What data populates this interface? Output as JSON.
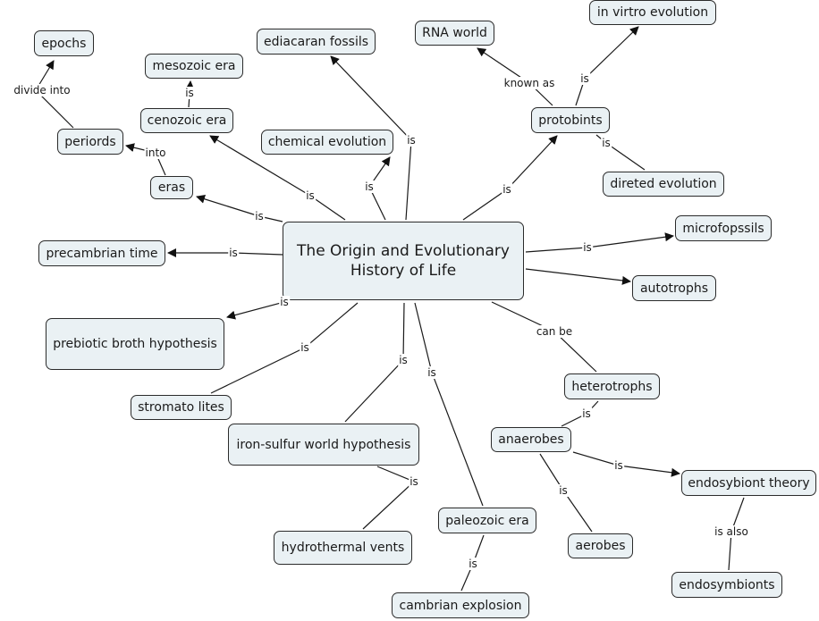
{
  "title": "The Origin and Evolutionary History of Life",
  "colors": {
    "node_fill": "#eaf1f4",
    "node_border": "#2b2b2b",
    "line": "#1a1a1a",
    "background": "#ffffff"
  },
  "nodes": [
    {
      "id": "center",
      "label": "The Origin and Evolutionary History of Life"
    },
    {
      "id": "epochs",
      "label": "epochs"
    },
    {
      "id": "mesozoic",
      "label": "mesozoic era"
    },
    {
      "id": "ediacaran",
      "label": "ediacaran fossils"
    },
    {
      "id": "rna",
      "label": "RNA world"
    },
    {
      "id": "invitro",
      "label": "in virtro evolution"
    },
    {
      "id": "cenozoic",
      "label": "cenozoic era"
    },
    {
      "id": "chemical",
      "label": "chemical evolution"
    },
    {
      "id": "protobints",
      "label": "protobints"
    },
    {
      "id": "periords",
      "label": "periords"
    },
    {
      "id": "eras",
      "label": "eras"
    },
    {
      "id": "directed",
      "label": "direted evolution"
    },
    {
      "id": "precambrian",
      "label": "precambrian time"
    },
    {
      "id": "microfossils",
      "label": "microfopssils"
    },
    {
      "id": "autotrophs",
      "label": "autotrophs"
    },
    {
      "id": "prebiotic",
      "label": "prebiotic broth hypothesis"
    },
    {
      "id": "stromatolites",
      "label": "stromato lites"
    },
    {
      "id": "heterotrophs",
      "label": "heterotrophs"
    },
    {
      "id": "ironsulfur",
      "label": "iron-sulfur world hypothesis"
    },
    {
      "id": "anaerobes",
      "label": "anaerobes"
    },
    {
      "id": "endotheory",
      "label": "endosybiont theory"
    },
    {
      "id": "paleozoic",
      "label": "paleozoic era"
    },
    {
      "id": "hydrothermal",
      "label": "hydrothermal vents"
    },
    {
      "id": "aerobes",
      "label": "aerobes"
    },
    {
      "id": "endosymbionts",
      "label": "endosymbionts"
    },
    {
      "id": "cambrian",
      "label": "cambrian explosion"
    }
  ],
  "links": [
    {
      "from": "periords",
      "to": "epochs",
      "label": "divide into",
      "arrow": true
    },
    {
      "from": "cenozoic",
      "to": "mesozoic",
      "label": "is",
      "arrow": true
    },
    {
      "from": "eras",
      "to": "periords",
      "label": "into",
      "arrow": true
    },
    {
      "from": "center",
      "to": "cenozoic",
      "label": "is",
      "arrow": true
    },
    {
      "from": "center",
      "to": "eras",
      "label": "is",
      "arrow": true
    },
    {
      "from": "center",
      "to": "chemical",
      "label": "is",
      "arrow": true
    },
    {
      "from": "center",
      "to": "ediacaran",
      "label": "is",
      "arrow": true
    },
    {
      "from": "center",
      "to": "protobints",
      "label": "is",
      "arrow": true
    },
    {
      "from": "protobints",
      "to": "rna",
      "label": "known as",
      "arrow": true
    },
    {
      "from": "protobints",
      "to": "invitro",
      "label": "is",
      "arrow": true
    },
    {
      "from": "protobints",
      "to": "directed",
      "label": "is",
      "arrow": false
    },
    {
      "from": "center",
      "to": "precambrian",
      "label": "is",
      "arrow": true
    },
    {
      "from": "center",
      "to": "microfossils",
      "label": "is",
      "arrow": true
    },
    {
      "from": "center",
      "to": "autotrophs",
      "label": "",
      "arrow": true
    },
    {
      "from": "center",
      "to": "prebiotic",
      "label": "is",
      "arrow": true
    },
    {
      "from": "center",
      "to": "stromatolites",
      "label": "is",
      "arrow": false
    },
    {
      "from": "center",
      "to": "ironsulfur",
      "label": "is",
      "arrow": false
    },
    {
      "from": "center",
      "to": "paleozoic",
      "label": "is",
      "arrow": false
    },
    {
      "from": "center",
      "to": "heterotrophs",
      "label": "can be",
      "arrow": false
    },
    {
      "from": "heterotrophs",
      "to": "anaerobes",
      "label": "is",
      "arrow": false
    },
    {
      "from": "anaerobes",
      "to": "endotheory",
      "label": "is",
      "arrow": true
    },
    {
      "from": "anaerobes",
      "to": "aerobes",
      "label": "is",
      "arrow": false
    },
    {
      "from": "endotheory",
      "to": "endosymbionts",
      "label": "is also",
      "arrow": false
    },
    {
      "from": "ironsulfur",
      "to": "hydrothermal",
      "label": "is",
      "arrow": false
    },
    {
      "from": "paleozoic",
      "to": "cambrian",
      "label": "is",
      "arrow": false
    }
  ]
}
